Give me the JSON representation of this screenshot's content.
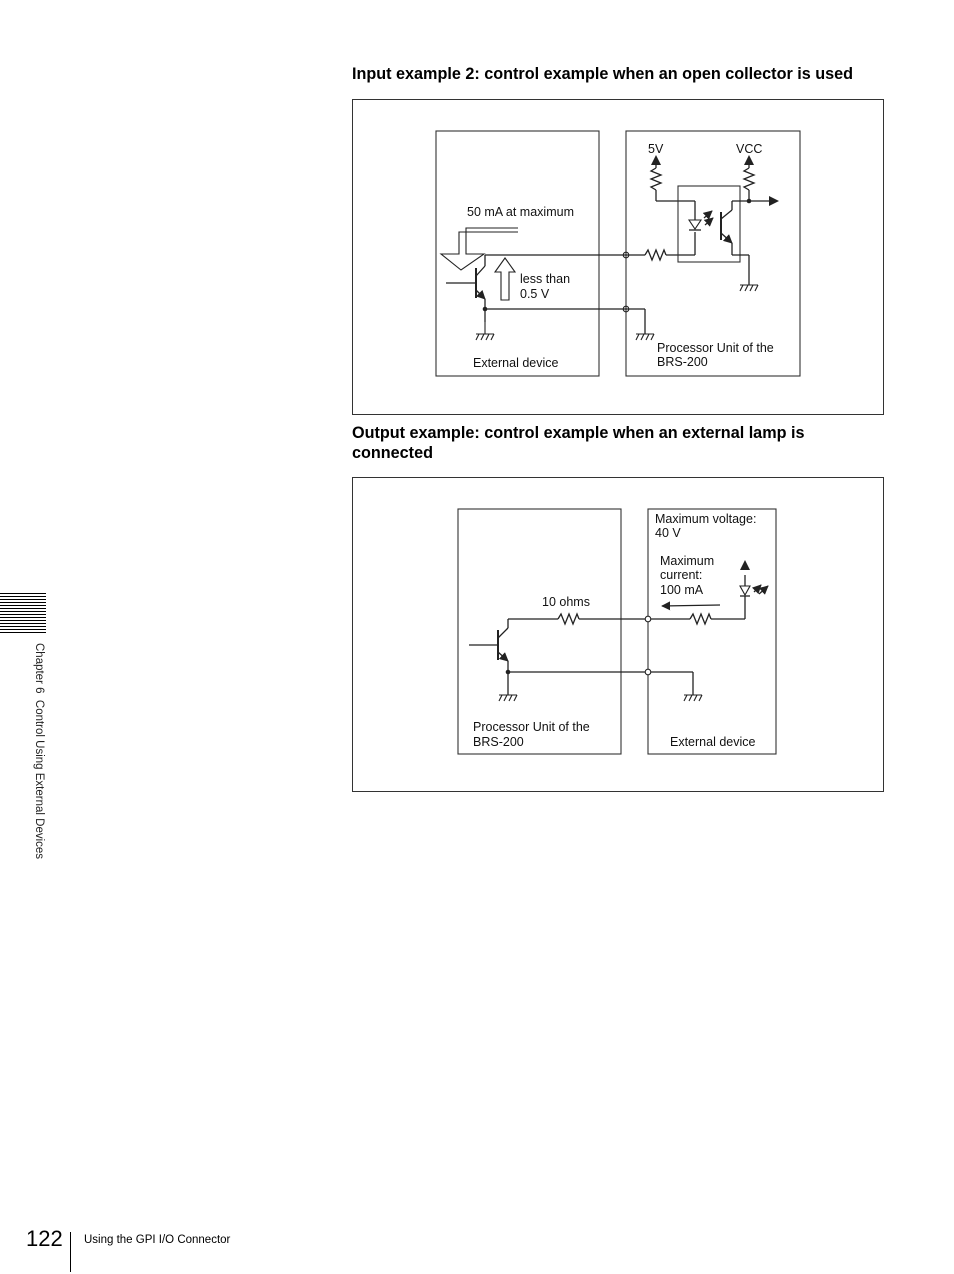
{
  "headings": {
    "input_example": "Input example 2: control example when an open collector is used",
    "output_example": "Output example: control example when an external lamp is connected"
  },
  "diagram1": {
    "label_5v": "5V",
    "label_vcc": "VCC",
    "label_current": "50 mA at maximum",
    "label_voltage_line1": "less than",
    "label_voltage_line2": "0.5 V",
    "label_external_device": "External device",
    "label_processor_line1": "Processor Unit of the",
    "label_processor_line2": "BRS-200"
  },
  "diagram2": {
    "label_max_voltage_line1": "Maximum voltage:",
    "label_max_voltage_line2": "40 V",
    "label_max_current_line1": "Maximum",
    "label_max_current_line2": "current:",
    "label_max_current_line3": "100 mA",
    "label_resistor": "10 ohms",
    "label_processor_line1": "Processor Unit of the",
    "label_processor_line2": "BRS-200",
    "label_external_device": "External device"
  },
  "sidebar": {
    "chapter_text": "Chapter 6  Control Using External Devices"
  },
  "footer": {
    "page_number": "122",
    "section_title": "Using the GPI I/O Connector"
  }
}
